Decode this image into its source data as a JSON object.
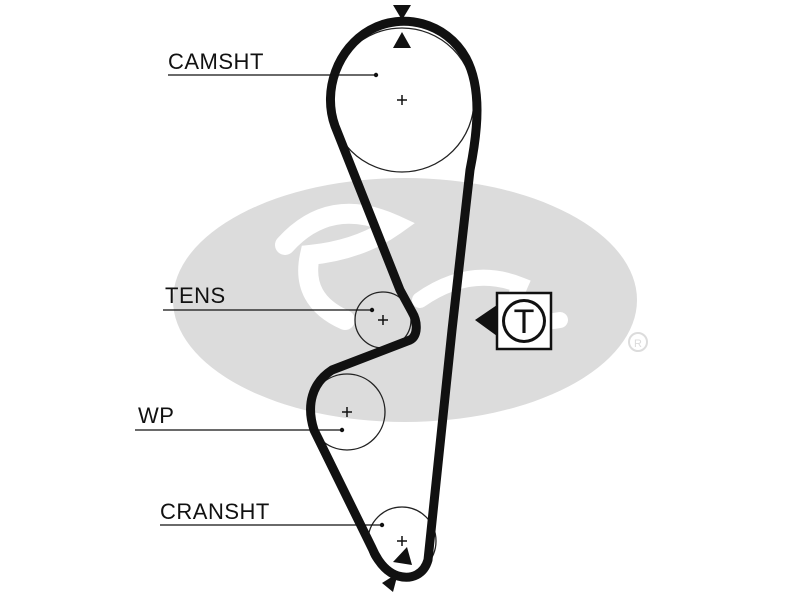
{
  "diagram": {
    "colors": {
      "belt": "#111111",
      "logo": "#dcdcdc",
      "pulley_outline": "#222222",
      "background": "#ffffff"
    },
    "labels": {
      "camshaft": "CAMSHT",
      "tensioner": "TENS",
      "water_pump": "WP",
      "crankshaft": "CRANSHT"
    },
    "tension_marker": "T",
    "icons": {
      "tension_marker": "tension-marker-icon",
      "timing_marks": "triangle-icon",
      "watermark": "gates-logo-icon"
    }
  }
}
